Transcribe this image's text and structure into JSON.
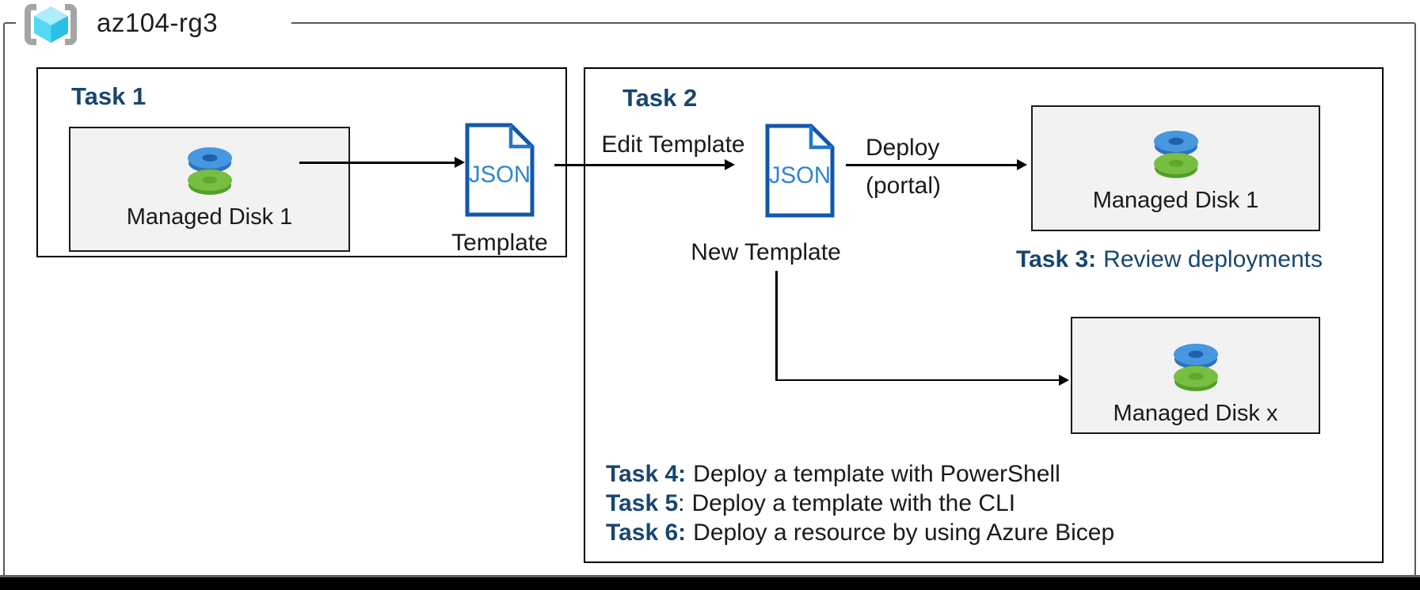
{
  "resource_group": {
    "name": "az104-rg3"
  },
  "task1": {
    "title": "Task 1",
    "disk": {
      "label": "Managed Disk 1"
    },
    "template": {
      "file_type": "JSON",
      "caption": "Template"
    }
  },
  "flow": {
    "edit_label": "Edit Template",
    "deploy_label_line1": "Deploy",
    "deploy_label_line2": "(portal)"
  },
  "task2": {
    "title": "Task 2",
    "template": {
      "file_type": "JSON",
      "caption": "New Template"
    },
    "disk1": {
      "label": "Managed Disk 1"
    },
    "diskx": {
      "label": "Managed Disk x"
    }
  },
  "task3": {
    "label": "Task 3:",
    "text": "Review deployments"
  },
  "tasks": [
    {
      "label": "Task 4:",
      "colon": "",
      "text": "Deploy a template with PowerShell"
    },
    {
      "label": "Task 5",
      "colon": ":",
      "text": "Deploy a template with the CLI"
    },
    {
      "label": "Task 6:",
      "colon": "",
      "text": "Deploy a resource by using Azure Bicep"
    }
  ],
  "colors": {
    "heading_blue": "#17466f",
    "json_border": "#1158ab",
    "json_text": "#2e86d0",
    "disk_blue": "#4697e0",
    "disk_green": "#78bf41",
    "box_fill": "#f2f2f2",
    "frame_gray": "#595959"
  }
}
